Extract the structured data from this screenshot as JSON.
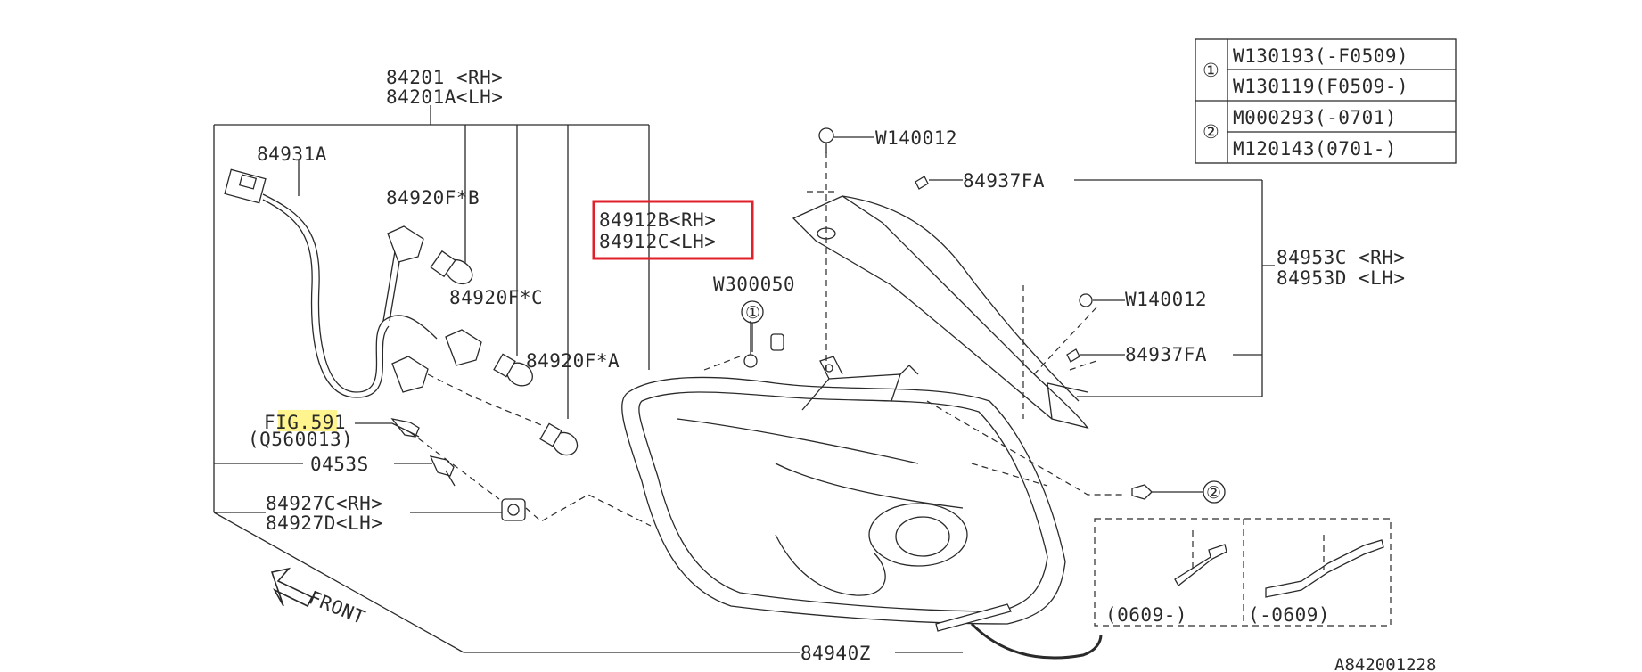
{
  "diagram_code": "A842001228",
  "highlight_color": "#e0202a",
  "marker_color": "#fff27a",
  "legend": {
    "rows": [
      {
        "mark": "①",
        "codes": [
          "W130193(-F0509)",
          "W130119(F0509-)"
        ]
      },
      {
        "mark": "②",
        "codes": [
          "M000293(-0701)",
          "M120143(0701-)"
        ]
      }
    ]
  },
  "labels": {
    "assy_rh": "84201 <RH>",
    "assy_lh": "84201A<LH>",
    "harness": "84931A",
    "bulb_b": "84920F*B",
    "bulb_c": "84920F*C",
    "bulb_a": "84920F*A",
    "lamp_rh": "84912B<RH>",
    "lamp_lh": "84912C<LH>",
    "screw_top": "W140012",
    "clip_top": "84937FA",
    "bracket_rh": "84953C <RH>",
    "bracket_lh": "84953D <LH>",
    "grommet": "W300050",
    "screw_mid": "W140012",
    "clip_mid": "84937FA",
    "fig_ref": "FIG.591",
    "fig_ref_sub": "(Q560013)",
    "bolt": "0453S",
    "socket_rh": "84927C<RH>",
    "socket_lh": "84927D<LH>",
    "cover": "84940Z",
    "variant_new": "(0609-)",
    "variant_old": "(-0609)",
    "front": "FRONT",
    "callout_1": "①",
    "callout_2": "②"
  }
}
